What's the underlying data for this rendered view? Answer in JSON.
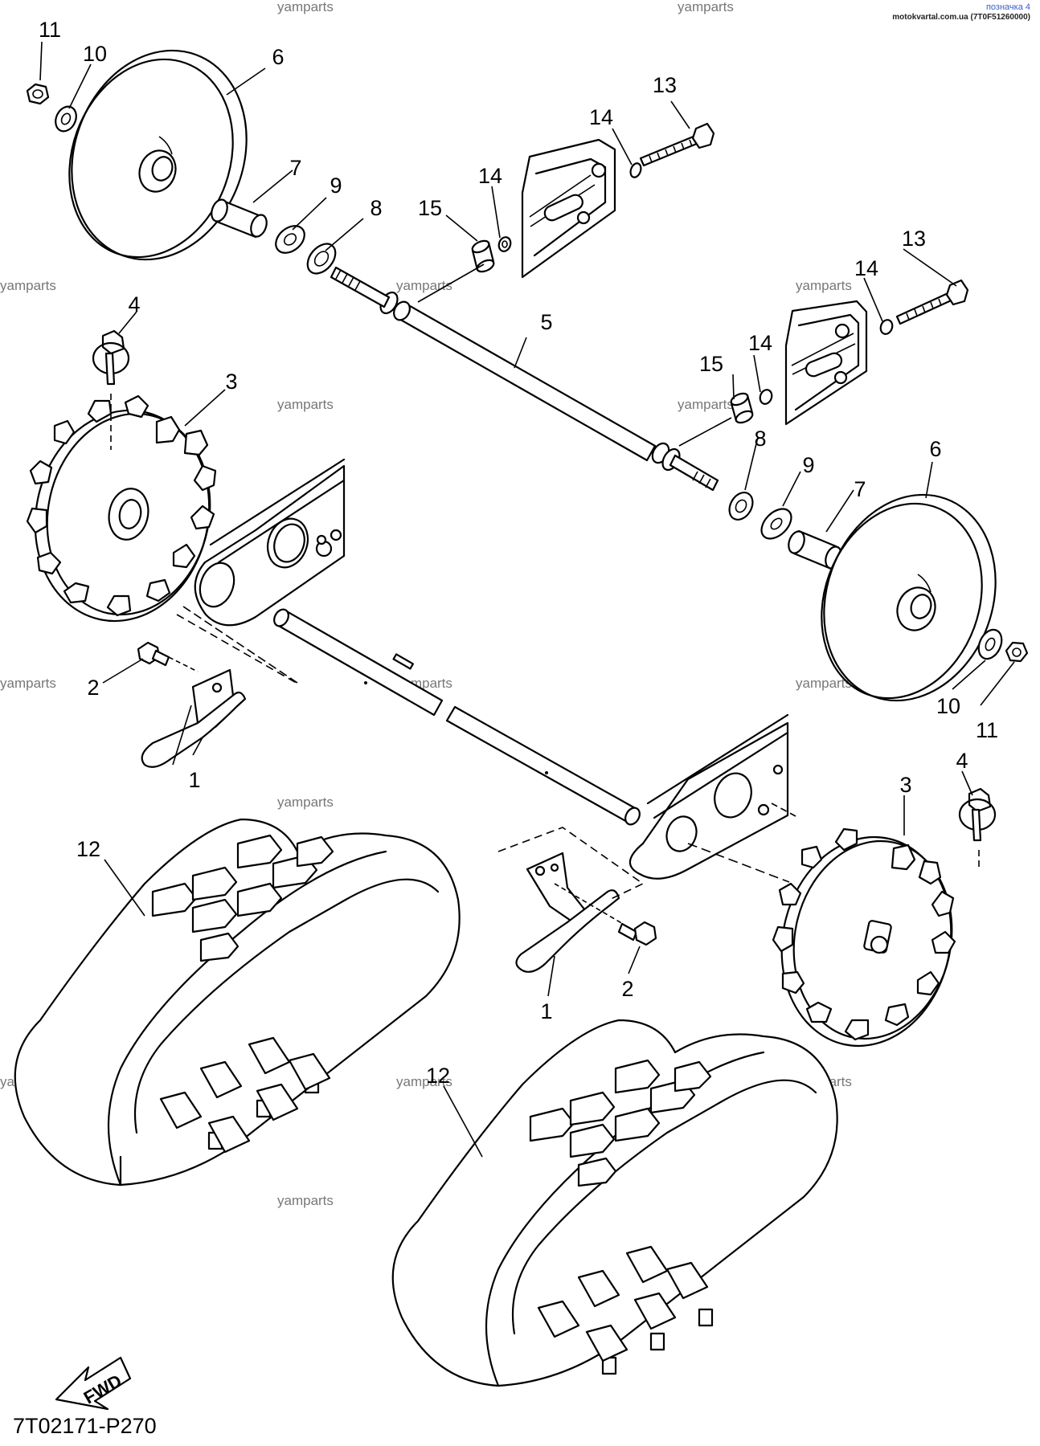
{
  "badge": {
    "line1": "позначка 4",
    "line2": "motokvartal.com.ua (7T0F51260000)"
  },
  "watermark": "yamparts",
  "diagram_code": "7T02171-P270",
  "fwd_label": "FWD",
  "callouts": {
    "c1": "1",
    "c2": "2",
    "c3": "3",
    "c4": "4",
    "c5": "5",
    "c6": "6",
    "c7": "7",
    "c8": "8",
    "c9": "9",
    "c10": "10",
    "c11": "11",
    "c12": "12",
    "c13": "13",
    "c14": "14",
    "c15": "15"
  }
}
